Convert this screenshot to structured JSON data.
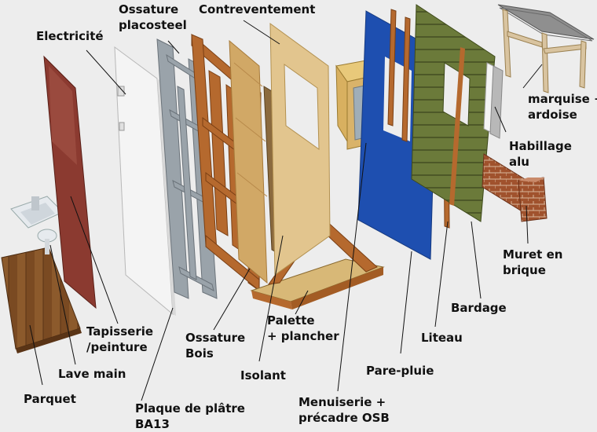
{
  "diagram": {
    "labels": {
      "electricite": "Electricité",
      "ossature_placosteel": "Ossature\nplacosteel",
      "contreventement": "Contreventement",
      "marquise_ardoise": "marquise +\nardoise",
      "habillage_alu": "Habillage\nalu",
      "muret_brique": "Muret en\nbrique",
      "bardage": "Bardage",
      "liteau": "Liteau",
      "pare_pluie": "Pare-pluie",
      "menuiserie": "Menuiserie +\nprécadre OSB",
      "isolant": "Isolant",
      "palette": "Palette\n+ plancher",
      "ossature_bois": "Ossature\nBois",
      "tapisserie": "Tapisserie\n/peinture",
      "lave_main": "Lave main",
      "parquet": "Parquet",
      "plaque_platre": "Plaque de plâtre\nBA13"
    },
    "colors": {
      "background": "#ededed",
      "pare_pluie": "#1e4fb0",
      "wood": "#b5692e",
      "osb": "#d8b877",
      "wallpaper": "#8b3a30",
      "steel": "#9aa3aa",
      "plaster": "#f4f4f4",
      "green_cladding": "#6b7a3a",
      "brick": "#a0522d",
      "parquet": "#7a4a22"
    }
  }
}
